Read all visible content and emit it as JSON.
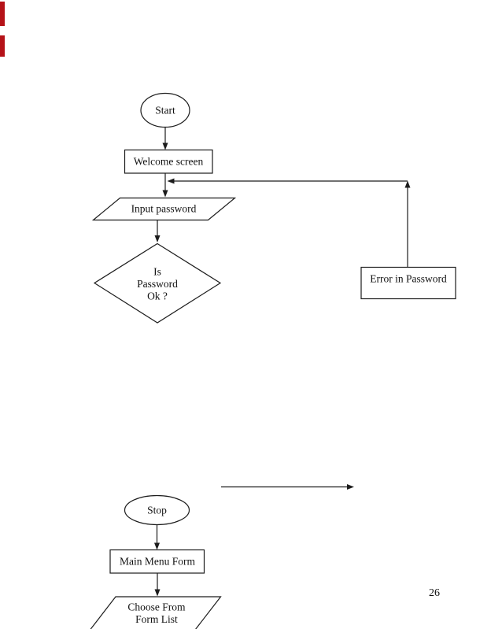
{
  "page": {
    "number": "26"
  },
  "colors": {
    "ink": "#1c1c1c",
    "paper": "#ffffff",
    "edge_mark": "#b51218"
  },
  "flowchart": {
    "start": {
      "label": "Start"
    },
    "welcome": {
      "label": "Welcome screen"
    },
    "input_password": {
      "label": "Input password"
    },
    "decision": {
      "lines": [
        "Is",
        "Password",
        "Ok ?"
      ]
    },
    "error": {
      "label": "Error in Password"
    },
    "stop": {
      "label": "Stop"
    },
    "main_menu": {
      "label": "Main Menu Form"
    },
    "choose_form": {
      "lines": [
        "Choose From",
        "Form List"
      ]
    }
  }
}
